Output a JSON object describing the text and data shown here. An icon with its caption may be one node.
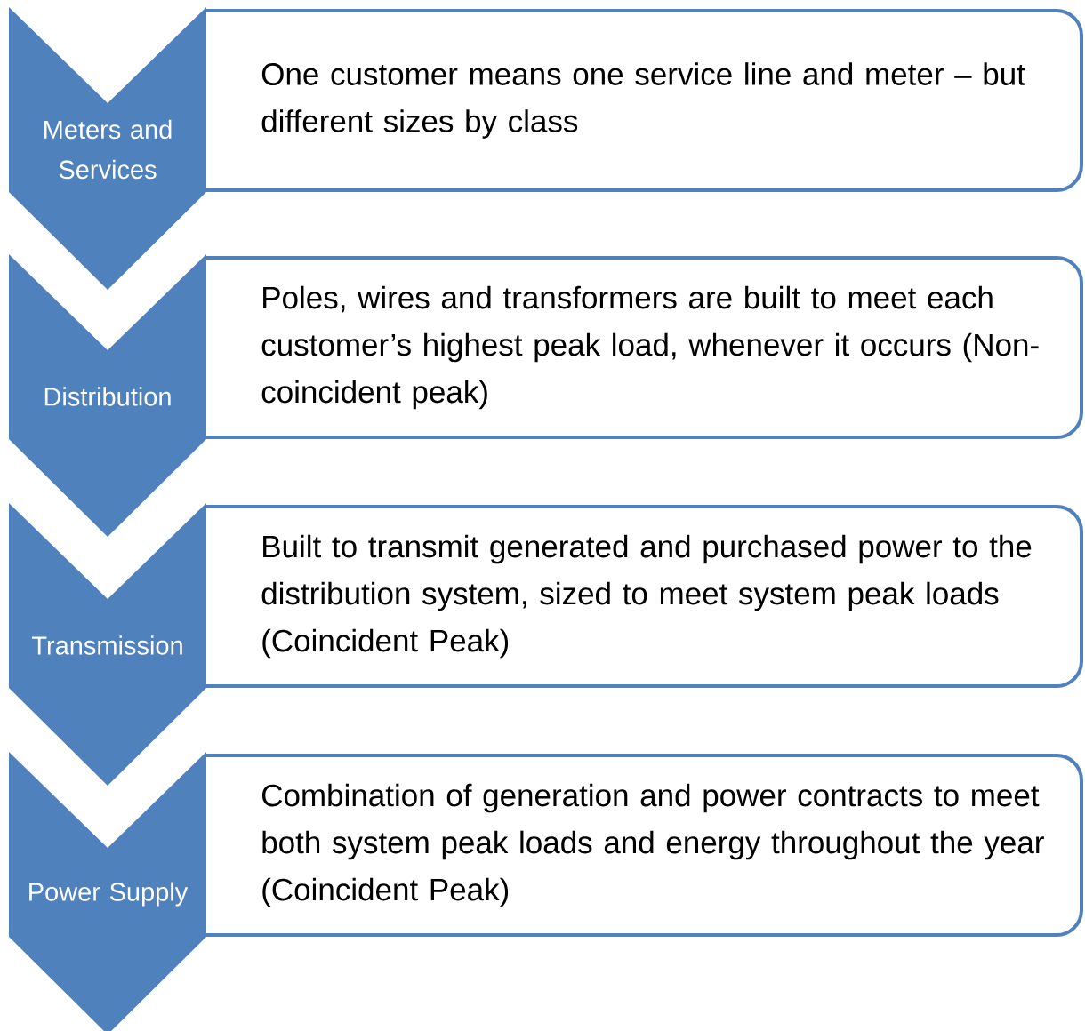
{
  "diagram": {
    "nodes": [
      {
        "text": [
          "Meters and Services"
        ]
      },
      {
        "text": [
          "One customer means one service line and meter – but different sizes by class"
        ]
      },
      {
        "text": [
          "Distribution"
        ]
      },
      {
        "text": [
          "Poles, wires and transformers are built to meet each customer’s highest peak load, whenever it occurs (Non-coincident peak)"
        ]
      },
      {
        "text": [
          "Transmission"
        ]
      },
      {
        "text": [
          "Built to transmit generated and purchased power to the distribution system, sized to meet system peak loads (Coincident Peak)"
        ]
      },
      {
        "text": [
          "Power Supply"
        ]
      },
      {
        "text": [
          "Combination of generation and power contracts to meet both system peak loads and energy throughout the year (Coincident Peak)"
        ]
      }
    ]
  }
}
